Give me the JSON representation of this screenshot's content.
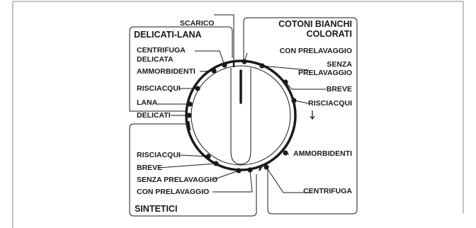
{
  "groups": {
    "cotton": {
      "title_line1": "COTONI BIANCHI",
      "title_line2": "COLORATI"
    },
    "delicate": {
      "title": "DELICATI-LANA"
    },
    "synthetic": {
      "title": "SINTETICI"
    }
  },
  "labels": {
    "drain": "SCARICO",
    "delicate_spin_line1": "CENTRIFUGA",
    "delicate_spin_line2": "DELICATA",
    "delicate_softener": "AMMORBIDENTI",
    "delicate_rinse": "RISCIACQUI",
    "wool": "LANA",
    "delicates": "DELICATI",
    "cotton_prewash": "CON PRELAVAGGIO",
    "cotton_no_prewash_line1": "SENZA",
    "cotton_no_prewash_line2": "PRELAVAGGIO",
    "cotton_short": "BREVE",
    "cotton_rinse": "RISCIACQUI",
    "cotton_softener": "AMMORBIDENTI",
    "cotton_spin": "CENTRIFUGA",
    "synth_rinse": "RISCIACQUI",
    "synth_short": "BREVE",
    "synth_no_prewash": "SENZA PRELAVAGGIO",
    "synth_prewash": "CON PRELAVAGGIO"
  }
}
